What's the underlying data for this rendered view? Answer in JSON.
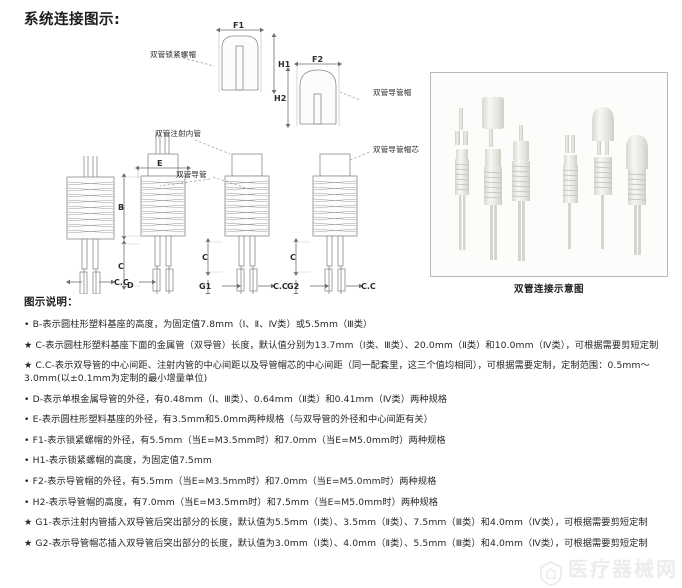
{
  "page": {
    "title": "系统连接图示:"
  },
  "diagram": {
    "callouts": [
      {
        "id": "lock-nut",
        "text": "双管锁紧螺帽"
      },
      {
        "id": "inner-tube",
        "text": "双管注射内管"
      },
      {
        "id": "guide-tube",
        "text": "双管导管"
      },
      {
        "id": "guide-cap",
        "text": "双管导管帽"
      },
      {
        "id": "guide-cap-core",
        "text": "双管导管帽芯"
      }
    ],
    "dimensions": {
      "f1": "F1",
      "h1": "H1",
      "f2": "F2",
      "h2": "H2",
      "b": "B",
      "c_left": "C",
      "c_mid": "C",
      "c_right": "C",
      "d": "D",
      "e": "E",
      "cc_left": "C.C",
      "cc_mid": "C.C",
      "cc_right": "C.C",
      "g1": "G1",
      "g2": "G2"
    }
  },
  "photo": {
    "caption": "双管连接示意图",
    "alt": "六件白色双管连接器实物照片"
  },
  "legend": {
    "heading": "图示说明：",
    "items": [
      {
        "bullet": "•",
        "text": "B-表示圆柱形塑料基座的高度，为固定值7.8mm（Ⅰ、Ⅱ、Ⅳ类）或5.5mm（Ⅲ类）"
      },
      {
        "bullet": "★",
        "text": "C-表示圆柱形塑料基座下面的金属管（双导管）长度，默认值分别为13.7mm（Ⅰ类、Ⅲ类）、20.0mm（Ⅱ类）和10.0mm（Ⅳ类），可根据需要剪短定制"
      },
      {
        "bullet": "★",
        "text": "C.C-表示双导管的中心间距、注射内管的中心间距以及导管帽芯的中心间距（同一配套里，这三个值均相同），可根据需要定制，定制范围：0.5mm～3.0mm(以±0.1mm为定制的最小增量单位)"
      },
      {
        "bullet": "•",
        "text": "D-表示单根金属导管的外径，有0.48mm（Ⅰ、Ⅲ类）、0.64mm（Ⅱ类）和0.41mm（Ⅳ类）两种规格"
      },
      {
        "bullet": "•",
        "text": "E-表示圆柱形塑料基座的外径，有3.5mm和5.0mm两种规格（与双导管的外径和中心间距有关）"
      },
      {
        "bullet": "•",
        "text": "F1-表示锁紧螺帽的外径，有5.5mm（当E=M3.5mm时）和7.0mm（当E=M5.0mm时）两种规格"
      },
      {
        "bullet": "•",
        "text": "H1-表示锁紧螺帽的高度，为固定值7.5mm"
      },
      {
        "bullet": "•",
        "text": "F2-表示导管帽的外径，有5.5mm（当E=M3.5mm时）和7.0mm（当E=M5.0mm时）两种规格"
      },
      {
        "bullet": "•",
        "text": "H2-表示导管帽的高度，有7.0mm（当E=M3.5mm时）和7.5mm（当E=M5.0mm时）两种规格"
      },
      {
        "bullet": "★",
        "text": "G1-表示注射内管插入双导管后突出部分的长度，默认值为5.5mm（Ⅰ类）、3.5mm（Ⅱ类）、7.5mm（Ⅲ类）和4.0mm（Ⅳ类），可根据需要剪短定制"
      },
      {
        "bullet": "★",
        "text": "G2-表示导管帽芯插入双导管后突出部分的长度，默认值为3.0mm（Ⅰ类）、4.0mm（Ⅱ类）、5.5mm（Ⅲ类）和4.0mm（Ⅳ类），可根据需要剪短定制"
      }
    ]
  },
  "watermark": {
    "text": "医疗器械网"
  },
  "colors": {
    "line": "#8a8a8a",
    "text": "#262626",
    "photo_border": "#b9b9b9",
    "part_fill": "#f4f4f2"
  }
}
